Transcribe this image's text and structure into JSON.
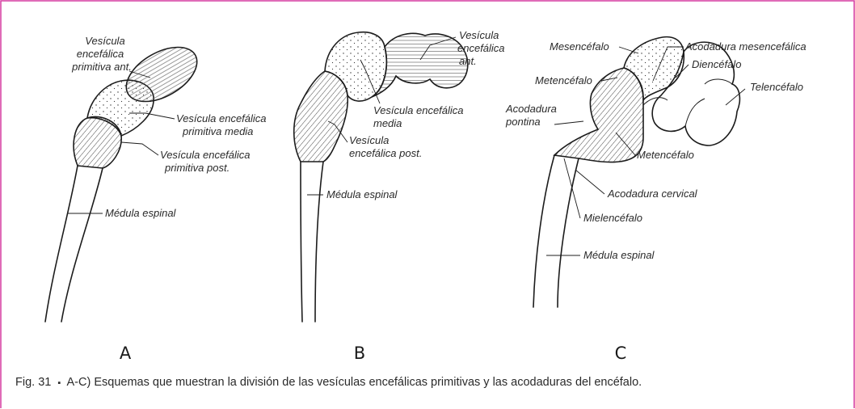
{
  "colors": {
    "frame": "#d63aa0",
    "ink": "#1c1c1c",
    "text": "#2a2a2a"
  },
  "panels": {
    "a": {
      "letter": "A",
      "labels": {
        "ant_1": "Vesícula",
        "ant_2": "encefálica",
        "ant_3": "primitiva ant.",
        "media_1": "Vesícula encefálica",
        "media_2": "primitiva media",
        "post_1": "Vesícula encefálica",
        "post_2": "primitiva post.",
        "medula": "Médula espinal"
      }
    },
    "b": {
      "letter": "B",
      "labels": {
        "ant_1": "Vesícula",
        "ant_2": "encefálica",
        "ant_3": "ant.",
        "media_1": "Vesícula encefálica",
        "media_2": "media",
        "post_1": "Vesícula",
        "post_2": "encefálica post.",
        "medula": "Médula espinal"
      }
    },
    "c": {
      "letter": "C",
      "labels": {
        "mesencefalo": "Mesencéfalo",
        "acod_mes": "Acodadura mesencefálica",
        "diencefalo": "Diencéfalo",
        "telencefalo": "Telencéfalo",
        "metencefalo_top": "Metencéfalo",
        "acod_pontina_1": "Acodadura",
        "acod_pontina_2": "pontina",
        "metencefalo_mid": "Metencéfalo",
        "acod_cervical": "Acodadura cervical",
        "mielencefalo": "Mielencéfalo",
        "medula": "Médula espinal"
      }
    }
  },
  "caption": {
    "figure": "Fig. 31",
    "bullet": "▪",
    "text": "A-C) Esquemas que muestran la división de las vesículas encefálicas primitivas y las acodaduras del encéfalo."
  }
}
